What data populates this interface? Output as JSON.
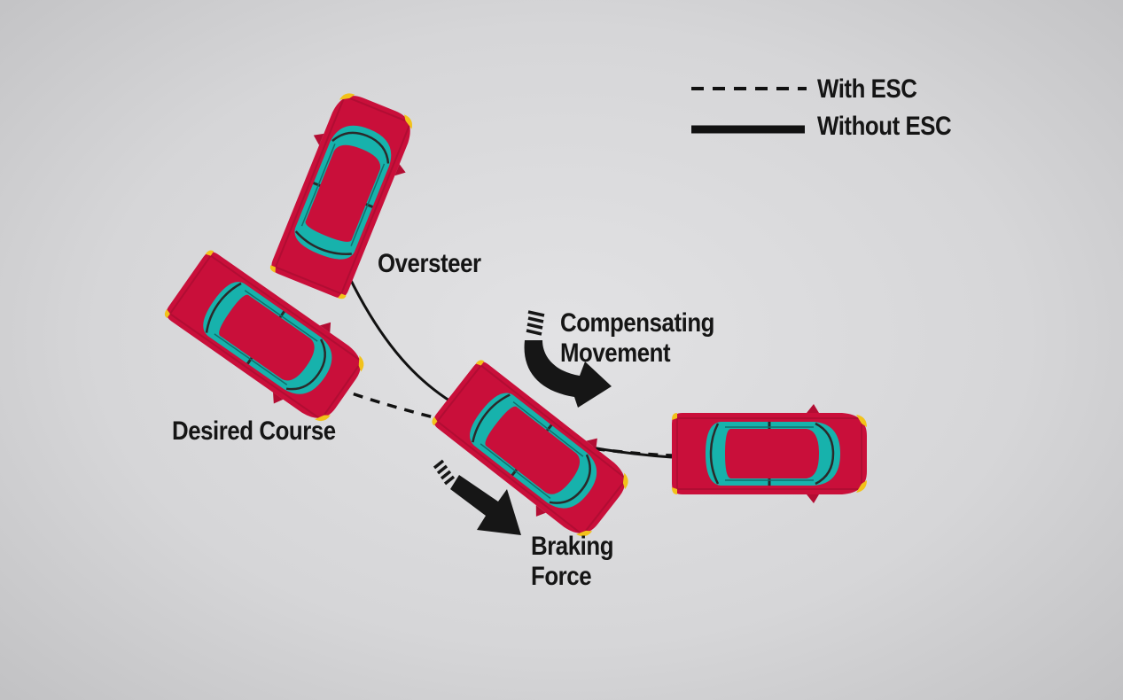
{
  "legend": {
    "with_esc": "With ESC",
    "without_esc": "Without ESC"
  },
  "labels": {
    "oversteer": "Oversteer",
    "compensating_line1": "Compensating",
    "compensating_line2": "Movement",
    "desired_course": "Desired Course",
    "braking_line1": "Braking",
    "braking_line2": "Force"
  },
  "colors": {
    "car_body": "#d0103c",
    "car_body_dark": "#8e0a26",
    "window": "#17b2ac",
    "headlight": "#f2c21a",
    "path": "#111111",
    "arrow": "#161616"
  }
}
